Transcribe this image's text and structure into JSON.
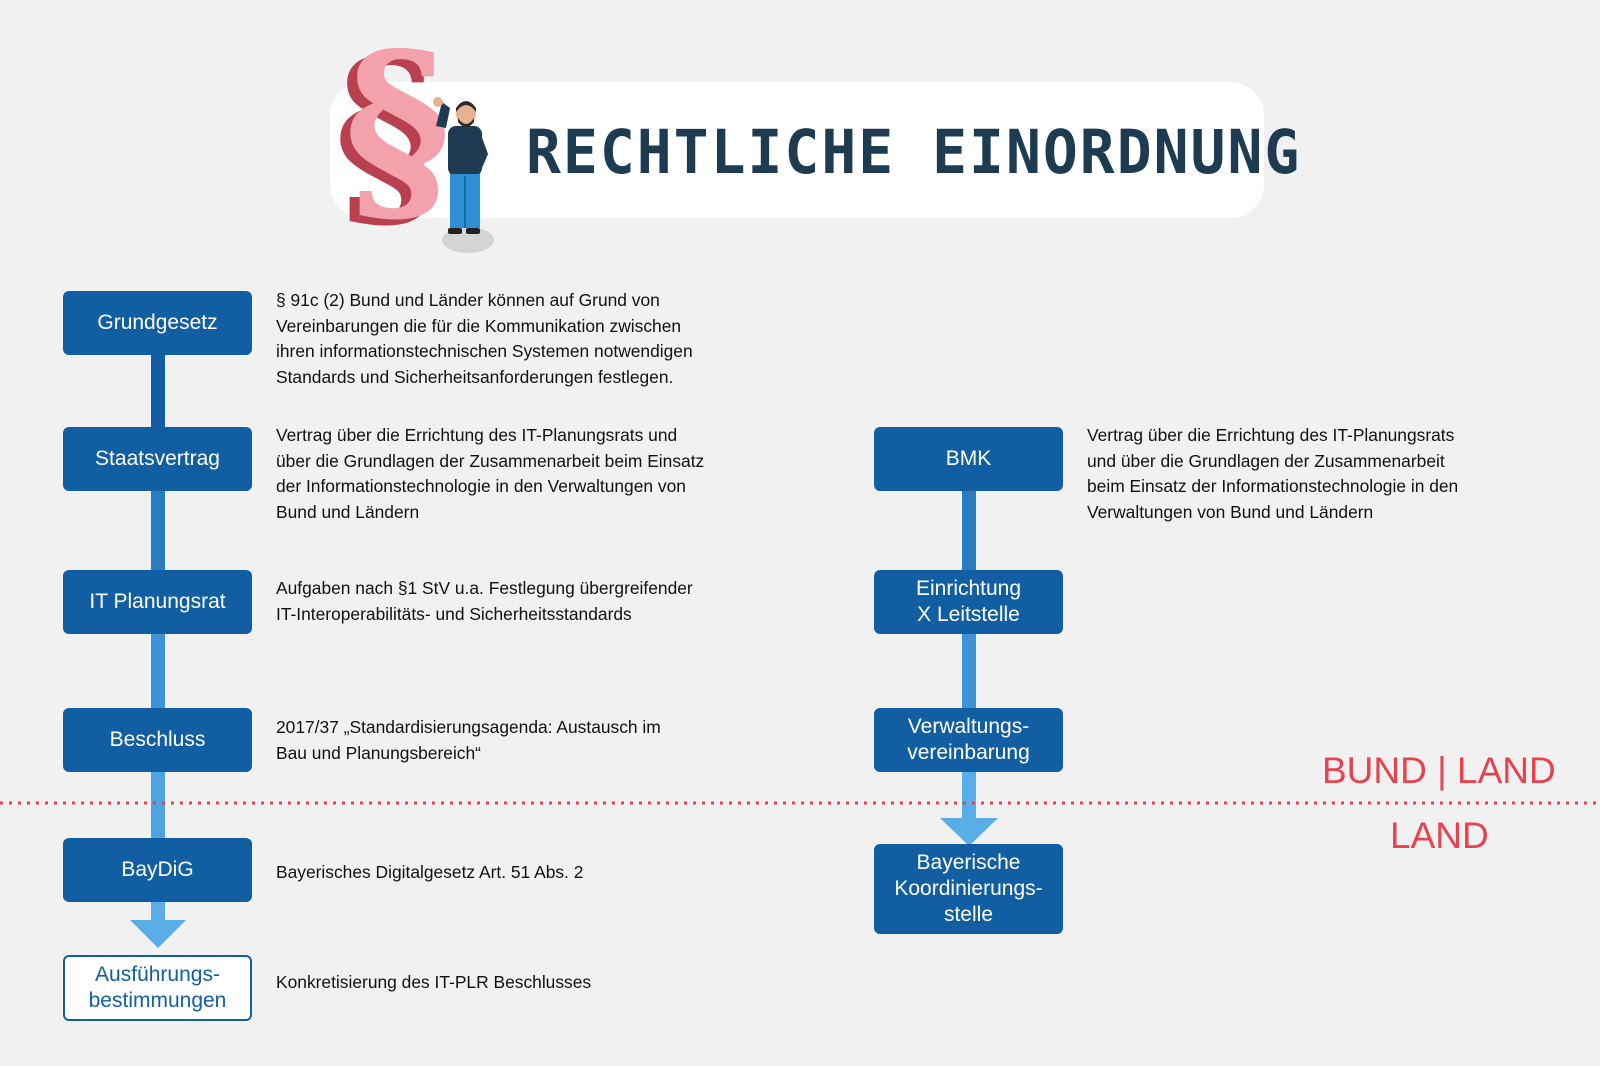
{
  "title": "RECHTLICHE EINORDNUNG",
  "colors": {
    "box": "#115fa2",
    "connector_dark": "#115fa2",
    "connector_light": "#5aaee8",
    "divider": "#e8424f",
    "title": "#1d3c52"
  },
  "left_column": [
    {
      "label": "Grundgesetz",
      "description": "§ 91c (2) Bund und Länder können auf Grund von\nVereinbarungen die für die Kommunikation zwischen\nihren informationstechnischen Systemen notwendigen\nStandards und Sicherheitsanforderungen festlegen."
    },
    {
      "label": "Staatsvertrag",
      "description": "Vertrag über die Errichtung des IT-Planungsrats und\nüber die Grundlagen der Zusammenarbeit beim Einsatz\nder Informationstechnologie in den Verwaltungen von\nBund und Ländern"
    },
    {
      "label": "IT Planungsrat",
      "description": "Aufgaben nach §1 StV u.a. Festlegung übergreifender\nIT-Interoperabilitäts- und Sicherheitsstandards"
    },
    {
      "label": "Beschluss",
      "description": "2017/37 „Standardisierungsagenda: Austausch im\nBau und Planungsbereich“"
    },
    {
      "label": "BayDiG",
      "description": "Bayerisches Digitalgesetz Art. 51 Abs. 2"
    },
    {
      "label": "Ausführungs-\nbestimmungen",
      "description": "Konkretisierung des IT-PLR Beschlusses"
    }
  ],
  "right_column": [
    {
      "label": "BMK",
      "description": "Vertrag über die Errichtung des IT-Planungsrats\nund über die Grundlagen der Zusammenarbeit\nbeim Einsatz der Informationstechnologie in den\nVerwaltungen von Bund und Ländern"
    },
    {
      "label": "Einrichtung\nX Leitstelle"
    },
    {
      "label": "Verwaltungs-\nvereinbarung"
    },
    {
      "label": "Bayerische\nKoordinierungs-\nstelle"
    }
  ],
  "regions": {
    "upper": "BUND | LAND",
    "lower": "LAND"
  }
}
